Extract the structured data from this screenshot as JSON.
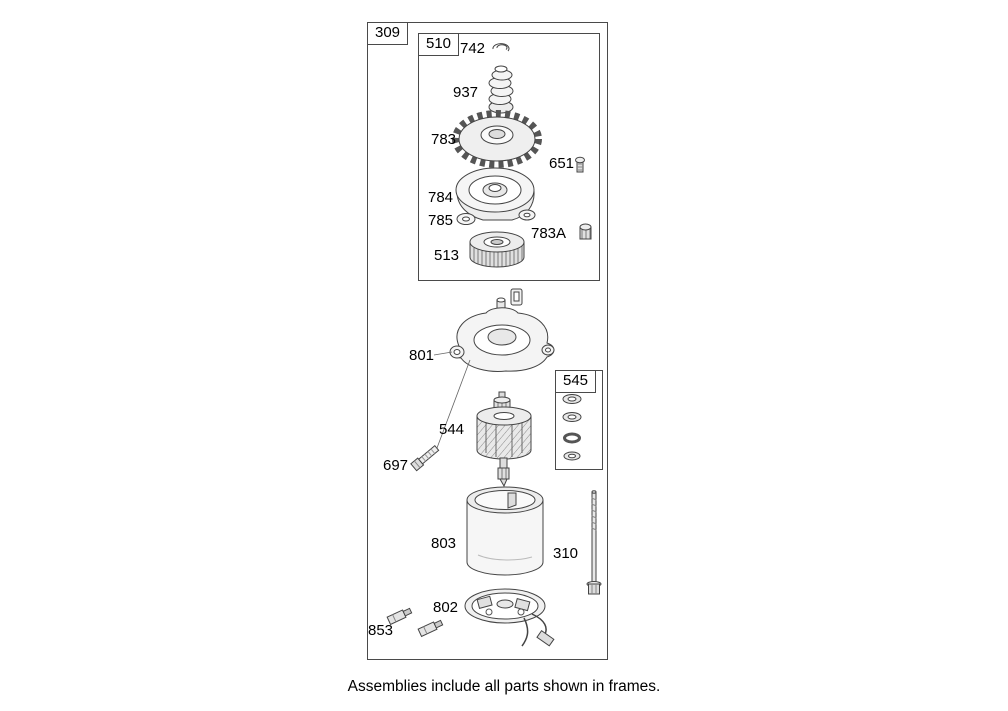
{
  "caption": "Assemblies include all parts shown in frames.",
  "frames": {
    "outer": {
      "label": "309"
    },
    "gear_assembly": {
      "label": "510"
    },
    "washer_kit": {
      "label": "545"
    }
  },
  "parts": {
    "p742": "742",
    "p937": "937",
    "p783": "783",
    "p651": "651",
    "p784": "784",
    "p785": "785",
    "p783A": "783A",
    "p513": "513",
    "p801": "801",
    "p544": "544",
    "p697": "697",
    "p803": "803",
    "p310": "310",
    "p802": "802",
    "p853": "853"
  },
  "colors": {
    "line": "#4a4a4a",
    "background": "#ffffff"
  }
}
